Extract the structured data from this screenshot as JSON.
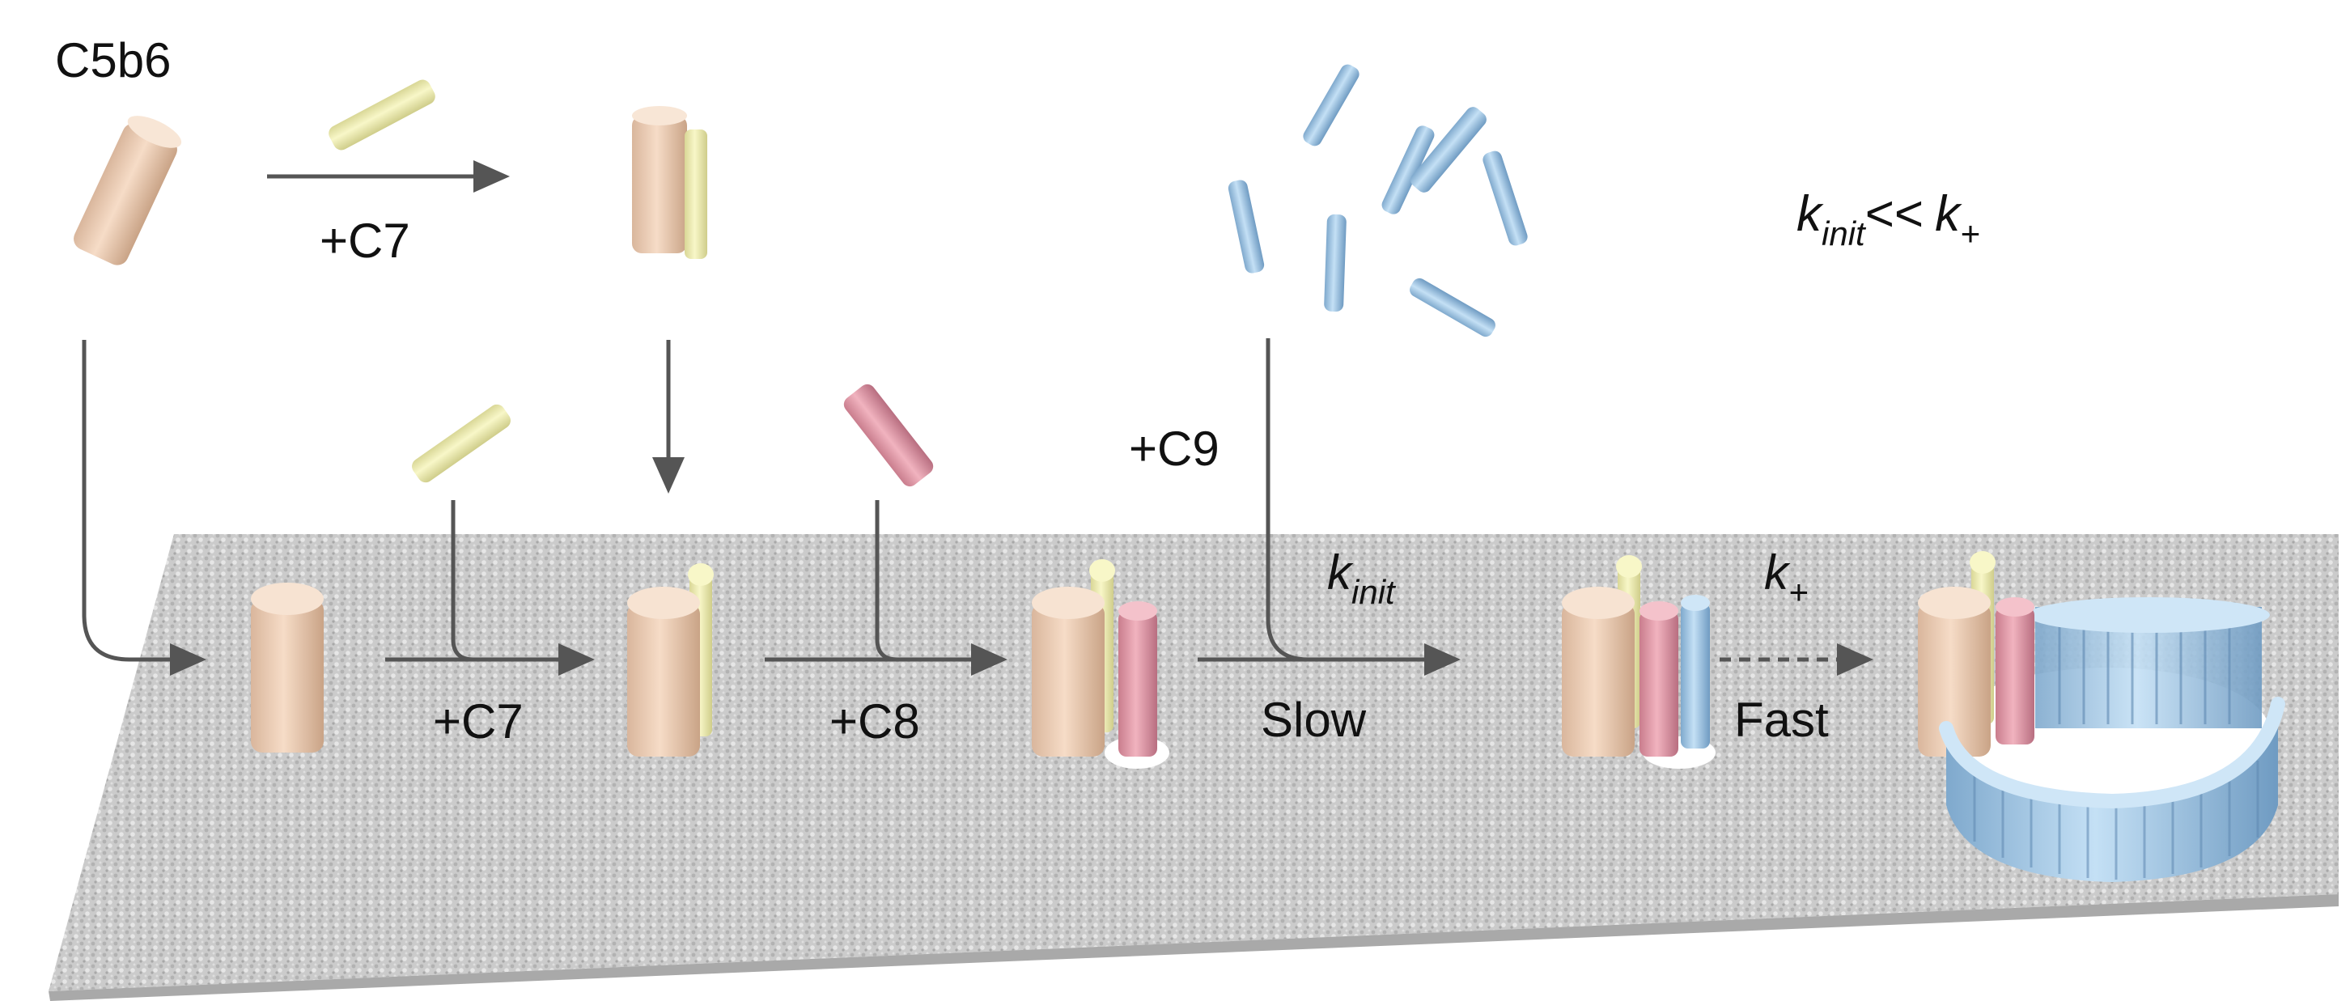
{
  "title": "C5b6",
  "labels": {
    "c7_top": "+C7",
    "c7_bottom": "+C7",
    "c8": "+C8",
    "c9": "+C9",
    "slow": "Slow",
    "fast": "Fast"
  },
  "rates": {
    "k_init": {
      "base": "k",
      "sub": "init"
    },
    "k_plus": {
      "base": "k",
      "sub": "+"
    },
    "relation": {
      "left_base": "k",
      "left_sub": "init",
      "op": "<<",
      "right_base": "k",
      "right_sub": "+"
    }
  },
  "colors": {
    "c5b6": "#efcfb6",
    "c7": "#efeeb2",
    "c8": "#e09aa8",
    "c9": "#9ec8ea",
    "arrow": "#555555",
    "membrane": "#cfcfcf"
  }
}
